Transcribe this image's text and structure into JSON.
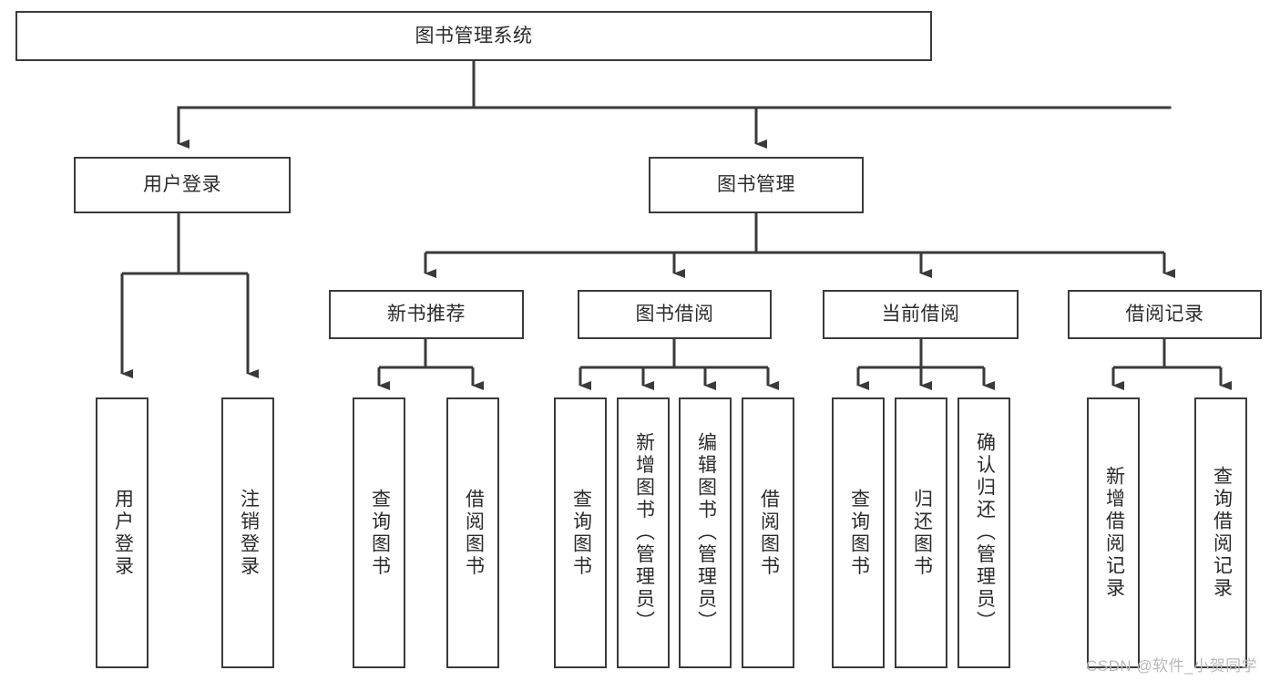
{
  "diagram": {
    "type": "tree-hierarchy",
    "root": {
      "label": "图书管理系统"
    },
    "level2": [
      {
        "label": "用户登录"
      },
      {
        "label": "图书管理"
      }
    ],
    "level3": [
      {
        "label": "新书推荐"
      },
      {
        "label": "图书借阅"
      },
      {
        "label": "当前借阅"
      },
      {
        "label": "借阅记录"
      }
    ],
    "leaves": {
      "user_login": [
        {
          "label": "用户登录"
        },
        {
          "label": "注销登录"
        }
      ],
      "new_book_recommend": [
        {
          "label": "查询图书"
        },
        {
          "label": "借阅图书"
        }
      ],
      "book_borrow": [
        {
          "label": "查询图书"
        },
        {
          "label": "新增图书（管理员）"
        },
        {
          "label": "编辑图书（管理员）"
        },
        {
          "label": "借阅图书"
        }
      ],
      "current_borrow": [
        {
          "label": "查询图书"
        },
        {
          "label": "归还图书"
        },
        {
          "label": "确认归还（管理员）"
        }
      ],
      "borrow_record": [
        {
          "label": "新增借阅记录"
        },
        {
          "label": "查询借阅记录"
        }
      ]
    }
  },
  "watermark": {
    "text": "CSDN @软件_小贺同学"
  },
  "colors": {
    "stroke": "#3a3a3a",
    "text": "#2b2b2b",
    "background": "#ffffff",
    "watermark": "#b9b9b9"
  }
}
